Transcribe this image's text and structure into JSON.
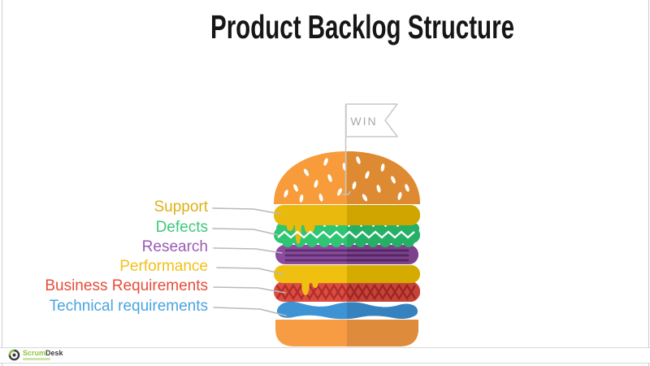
{
  "slide": {
    "title": "Product Backlog Structure"
  },
  "flag": {
    "label": "WIN"
  },
  "burger": {
    "bun_top_color": "#f79b3b",
    "bun_bottom_color": "#f89c44",
    "seed_color": "#ffffff",
    "layers": [
      {
        "label": "Support",
        "label_color": "#dfb016",
        "color": "#e9b90e"
      },
      {
        "label": "Defects",
        "label_color": "#3ec87b",
        "color": "#2ec573",
        "detail_color": "#ffffff"
      },
      {
        "label": "Research",
        "label_color": "#9b59b6",
        "color": "#8c4b9e",
        "detail_color": "#5c2f6e"
      },
      {
        "label": "Performance",
        "label_color": "#f2c01a",
        "color": "#efc010"
      },
      {
        "label": "Business Requirements",
        "label_color": "#e74c3c",
        "color": "#dc4c41",
        "detail_color": "#b02e2b"
      },
      {
        "label": "Technical requirements",
        "label_color": "#4aa3e0",
        "color": "#3e93d5"
      }
    ]
  },
  "footer": {
    "logo_primary": "Scrum",
    "logo_secondary": "Desk"
  },
  "colors": {
    "leader_line": "#b9b9b9",
    "flag_outline": "#c9c9c9",
    "flag_text": "#a9a9a9",
    "pole": "#c4c4c4",
    "logo_green": "#8dc63f",
    "logo_dark": "#3c3c3c"
  }
}
